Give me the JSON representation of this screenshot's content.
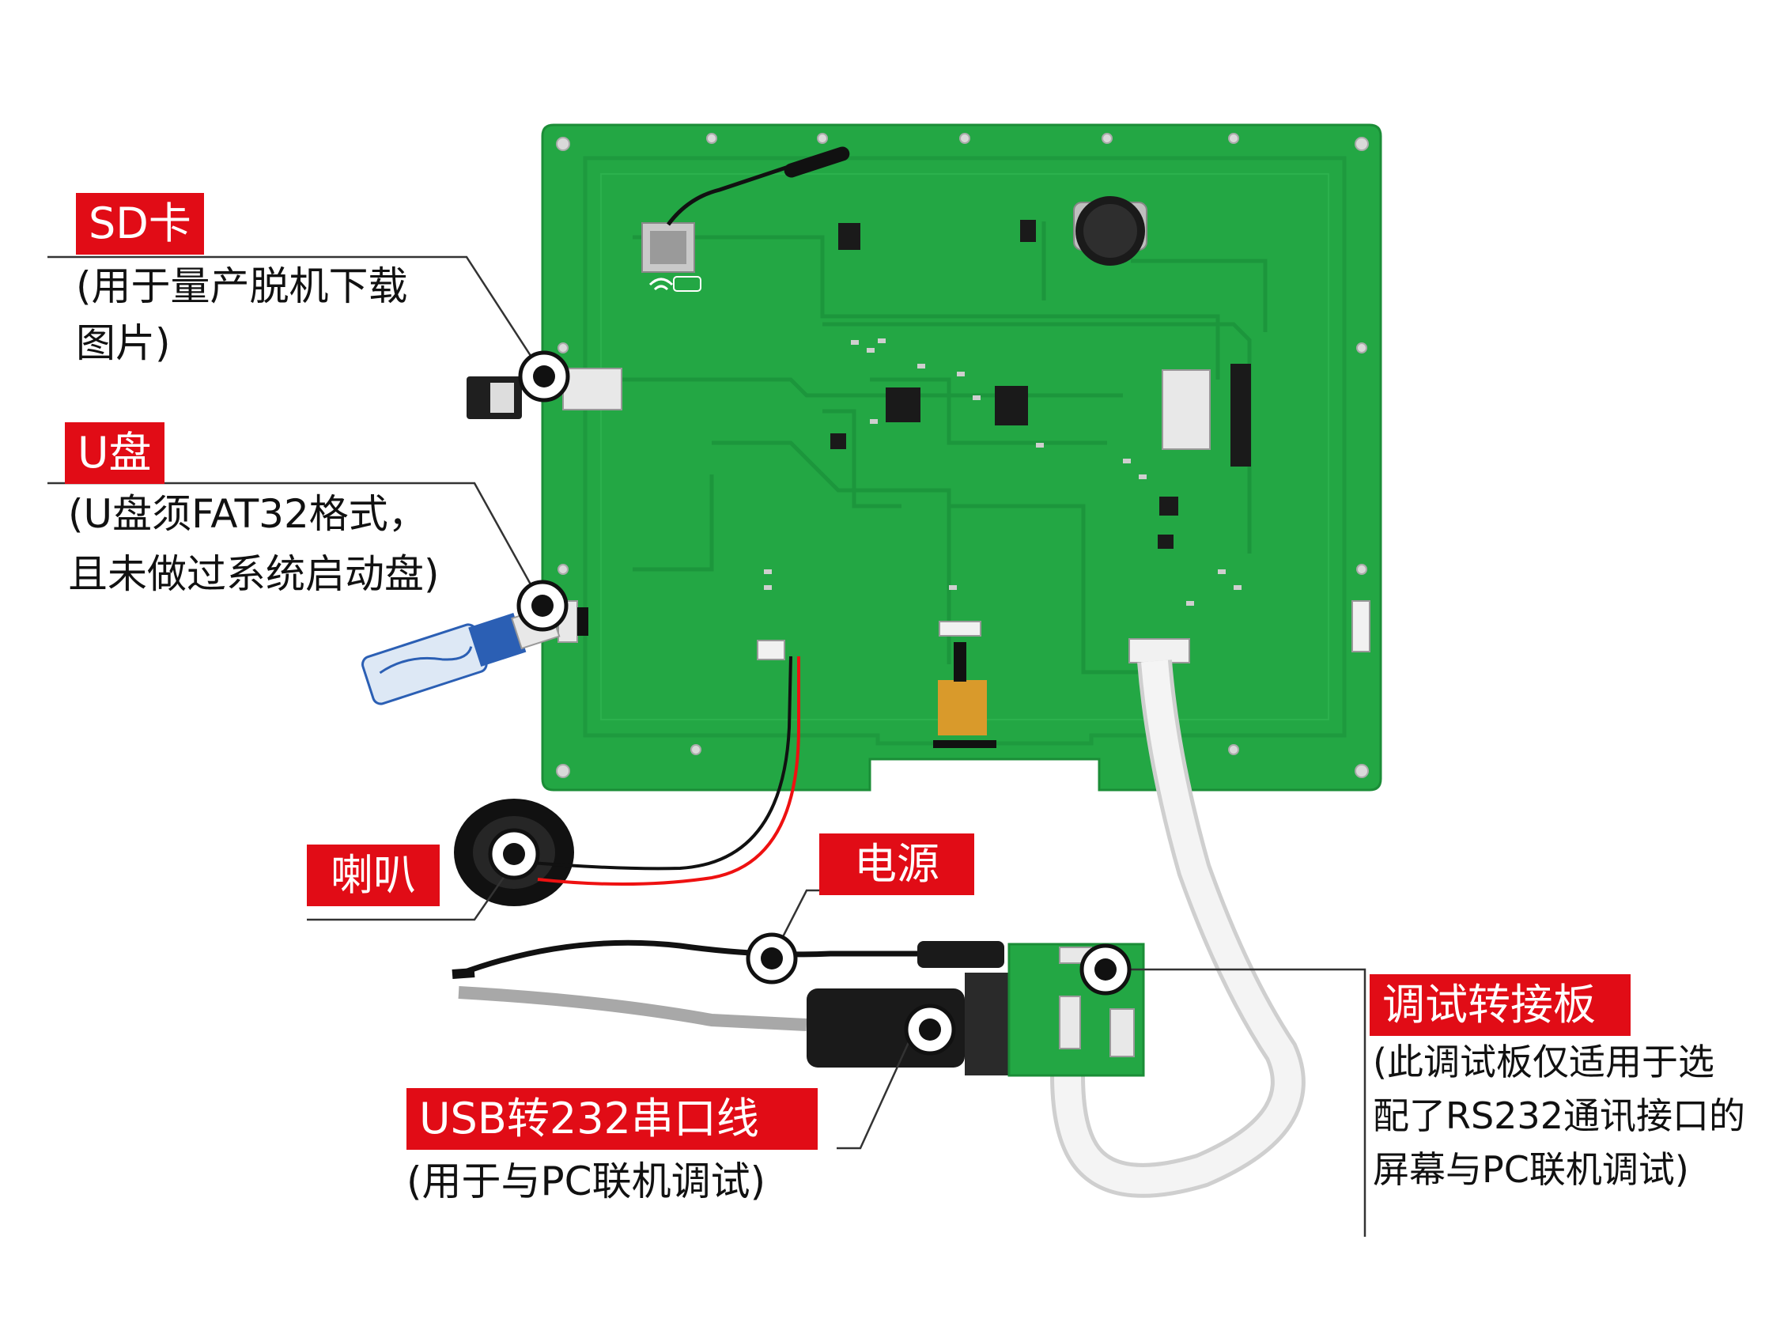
{
  "colors": {
    "tag_bg": "#e10c16",
    "tag_text": "#ffffff",
    "pcb_green": "#23a744",
    "pcb_trace": "#1e9a3e",
    "leader_line": "#333333"
  },
  "labels": {
    "sd": {
      "title": "SD卡",
      "lines": [
        "(用于量产脱机下载",
        "图片)"
      ]
    },
    "usb_disk": {
      "title": "U盘",
      "lines": [
        "(U盘须FAT32格式，",
        "且未做过系统启动盘)"
      ]
    },
    "speaker": {
      "title": "喇叭"
    },
    "power": {
      "title": "电源"
    },
    "usb232": {
      "title": "USB转232串口线",
      "lines": [
        "(用于与PC联机调试)"
      ]
    },
    "debug": {
      "title": "调试转接板",
      "lines": [
        "(此调试板仅适用于选",
        "配了RS232通讯接口的",
        "屏幕与PC联机调试)"
      ]
    }
  },
  "icons": [
    "marker-icon",
    "sd-card-icon",
    "usb-drive-icon",
    "speaker-icon",
    "db9-connector-icon",
    "wifi-icon"
  ]
}
